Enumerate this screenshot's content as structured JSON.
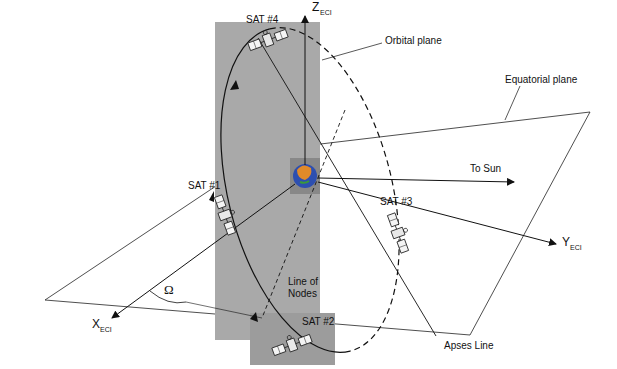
{
  "diagram": {
    "labels": [
      "Z",
      "ECI",
      "SAT #4",
      "Orbital plane",
      "Equatorial plane",
      "SAT #1",
      "To Sun",
      "SAT #3",
      "Y",
      "ECI",
      "Line of Nodes",
      "Ω",
      "X",
      "ECI",
      "SAT #2",
      "Apses Line"
    ]
  }
}
